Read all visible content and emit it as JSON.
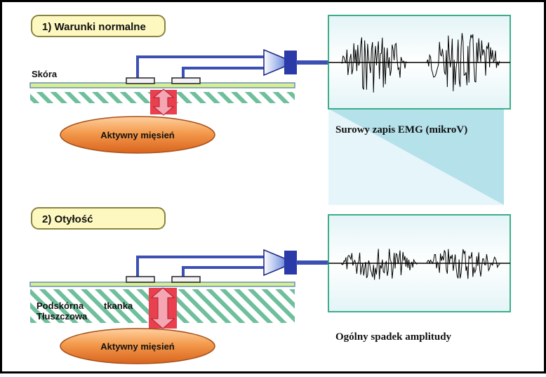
{
  "panel_normal": {
    "label": "1) Warunki normalne",
    "skin_label": "Skóra",
    "muscle_label": "Aktywny mięsień",
    "caption": "Surowy zapis EMG (mikroV)"
  },
  "panel_obesity": {
    "label": "2) Otyłość",
    "fat_label_line1": "Podskórna",
    "fat_label_word2": "tkanka",
    "fat_label_line2": "Tłuszczowa",
    "muscle_label": "Aktywny mięsień",
    "caption": "Ogólny spadek amplitudy"
  },
  "signal_bursts": {
    "normal_relative_amplitude": 1.0,
    "obesity_relative_amplitude": 0.55
  },
  "colors": {
    "label_box_fill": "#fdf8c0",
    "label_box_stroke": "#8a8440",
    "wire": "#3c50b4",
    "skin_line": "#d7ef8c",
    "skin_edge": "#6a8fc0",
    "hatch": "#6fbf9c",
    "muscle": "#f08a3c",
    "arrow_fill": "#f4a6b3",
    "arrow_bg": "#e8404e",
    "signal_panel_border": "#3cae88",
    "signal_panel_bg": "#e6f5f9",
    "projection": "#a8dce8"
  }
}
